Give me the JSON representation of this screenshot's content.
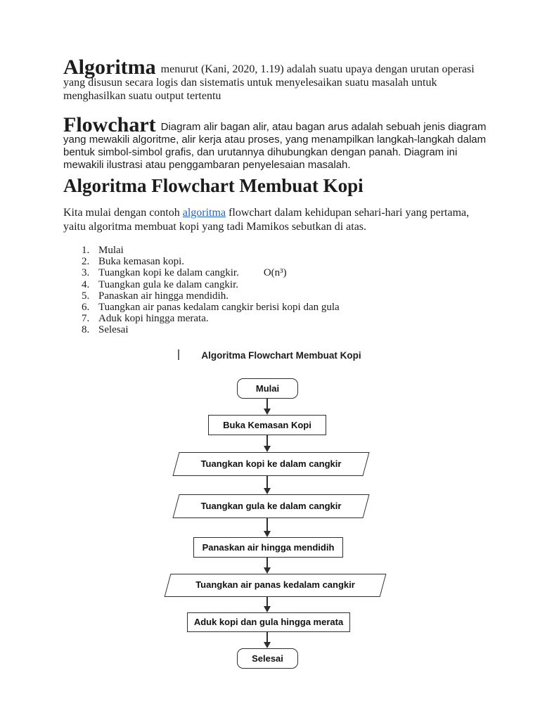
{
  "colors": {
    "background": "#ffffff",
    "text": "#1c1c1c",
    "link": "#2563c4",
    "diagram_border": "#2e2e2e"
  },
  "sections": {
    "algoritma": {
      "heading": "Algoritma",
      "body": "menurut (Kani, 2020, 1.19) adalah suatu upaya dengan urutan operasi yang disusun secara logis dan sistematis untuk menyelesaikan suatu masalah untuk menghasilkan suatu output tertentu"
    },
    "flowchart": {
      "heading": "Flowchart",
      "body": "Diagram alir bagan alir, atau bagan arus adalah sebuah jenis diagram yang mewakili algoritme, alir kerja atau proses, yang menampilkan langkah-langkah dalam bentuk simbol-simbol grafis, dan urutannya dihubungkan dengan panah. Diagram ini mewakili ilustrasi atau penggambaran penyelesaian masalah."
    },
    "kopi": {
      "heading": "Algoritma Flowchart Membuat Kopi",
      "intro_before_link": "Kita mulai dengan contoh ",
      "link_text": "algoritma",
      "intro_after_link": " flowchart dalam kehidupan sehari-hari yang pertama, yaitu algoritma membuat kopi yang tadi Mamikos sebutkan di atas."
    }
  },
  "steps": {
    "items": [
      {
        "num": "1.",
        "text": "Mulai"
      },
      {
        "num": "2.",
        "text": "Buka kemasan kopi."
      },
      {
        "num": "3.",
        "text": "Tuangkan kopi ke dalam cangkir.",
        "annotation": "O(n³)"
      },
      {
        "num": "4.",
        "text": "Tuangkan gula ke dalam cangkir."
      },
      {
        "num": "5.",
        "text": "Panaskan air hingga mendidih."
      },
      {
        "num": "6.",
        "text": "Tuangkan air panas kedalam cangkir berisi kopi dan gula"
      },
      {
        "num": "7.",
        "text": "Aduk kopi hingga merata."
      },
      {
        "num": "8.",
        "text": "Selesai"
      }
    ]
  },
  "diagram": {
    "title": "Algoritma Flowchart Membuat Kopi",
    "cursor": "|",
    "nodes": [
      {
        "type": "terminator",
        "label": "Mulai"
      },
      {
        "type": "process",
        "label": "Buka Kemasan Kopi"
      },
      {
        "type": "input-output",
        "label": "Tuangkan kopi ke dalam cangkir"
      },
      {
        "type": "input-output",
        "label": "Tuangkan gula ke dalam cangkir"
      },
      {
        "type": "process",
        "label": "Panaskan air hingga mendidih"
      },
      {
        "type": "input-output",
        "label": "Tuangkan air panas kedalam cangkir"
      },
      {
        "type": "process",
        "label": "Aduk kopi dan gula hingga merata"
      },
      {
        "type": "terminator",
        "label": "Selesai"
      }
    ]
  }
}
